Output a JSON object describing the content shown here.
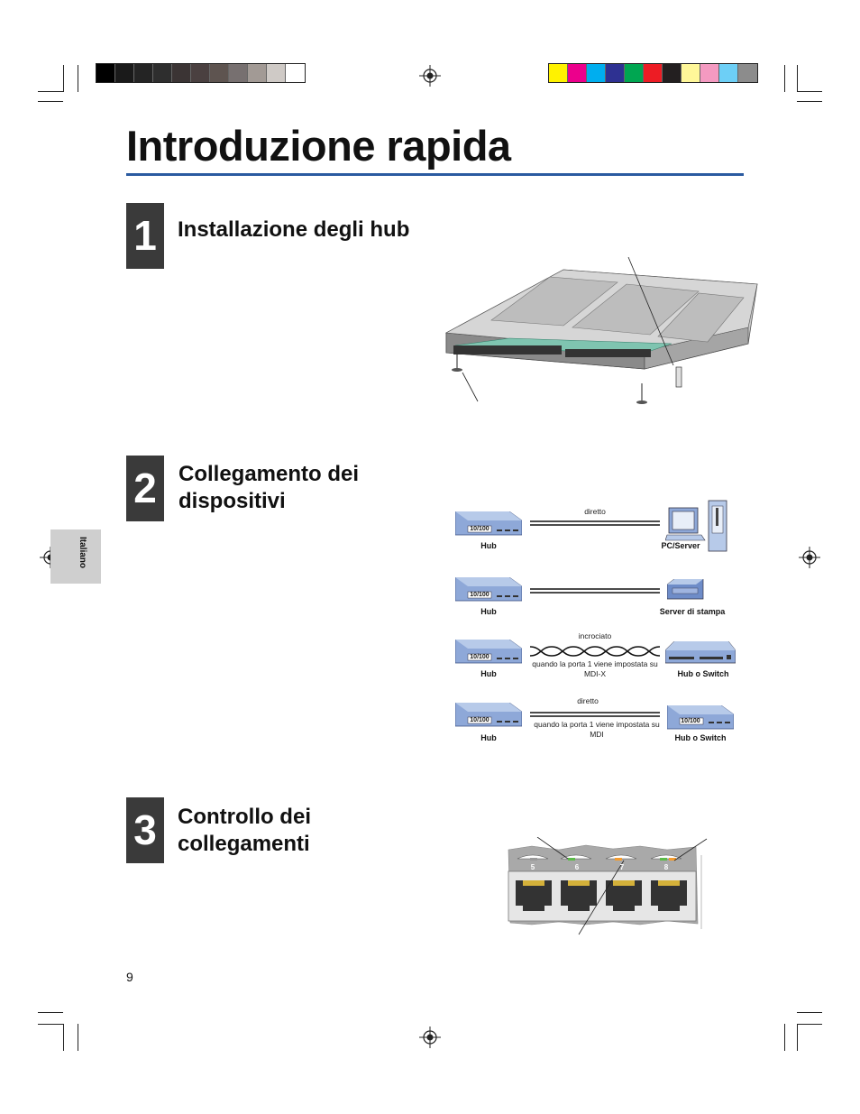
{
  "page": {
    "title": "Introduzione rapida",
    "page_number": "9",
    "side_tab": "Italiano"
  },
  "steps": [
    {
      "number": "1",
      "title": "Installazione degli hub"
    },
    {
      "number": "2",
      "title": "Collegamento dei dispositivi"
    },
    {
      "number": "3",
      "title": "Controllo dei collegamenti"
    }
  ],
  "connections": {
    "hub_badge": "10/100",
    "rows": [
      {
        "left": "Hub",
        "cable_top": "diretto",
        "cable_note": "",
        "right": "PC/Server"
      },
      {
        "left": "Hub",
        "cable_top": "",
        "cable_note": "",
        "right": "Server di stampa"
      },
      {
        "left": "Hub",
        "cable_top": "incrociato",
        "cable_note": "quando la porta 1 viene impostata su MDI-X",
        "right": "Hub o Switch"
      },
      {
        "left": "Hub",
        "cable_top": "diretto",
        "cable_note": "quando la porta 1 viene impostata su MDI",
        "right": "Hub o Switch"
      }
    ]
  },
  "ports": [
    "5",
    "6",
    "7",
    "8"
  ],
  "colors": {
    "accent_rule": "#2a5aa0",
    "step_box": "#3a3a3a",
    "grey_bar": [
      "#000000",
      "#1a1a1a",
      "#242424",
      "#2e2e2e",
      "#3b3434",
      "#4a4040",
      "#5e5450",
      "#777070",
      "#a29a95",
      "#cfcac6",
      "#ffffff"
    ],
    "color_bar": [
      "#fff200",
      "#ec008c",
      "#00aeef",
      "#2e3192",
      "#00a651",
      "#ed1c24",
      "#231f20",
      "#fff799",
      "#f49ac1",
      "#6dcff6",
      "#8c8c8c"
    ]
  }
}
